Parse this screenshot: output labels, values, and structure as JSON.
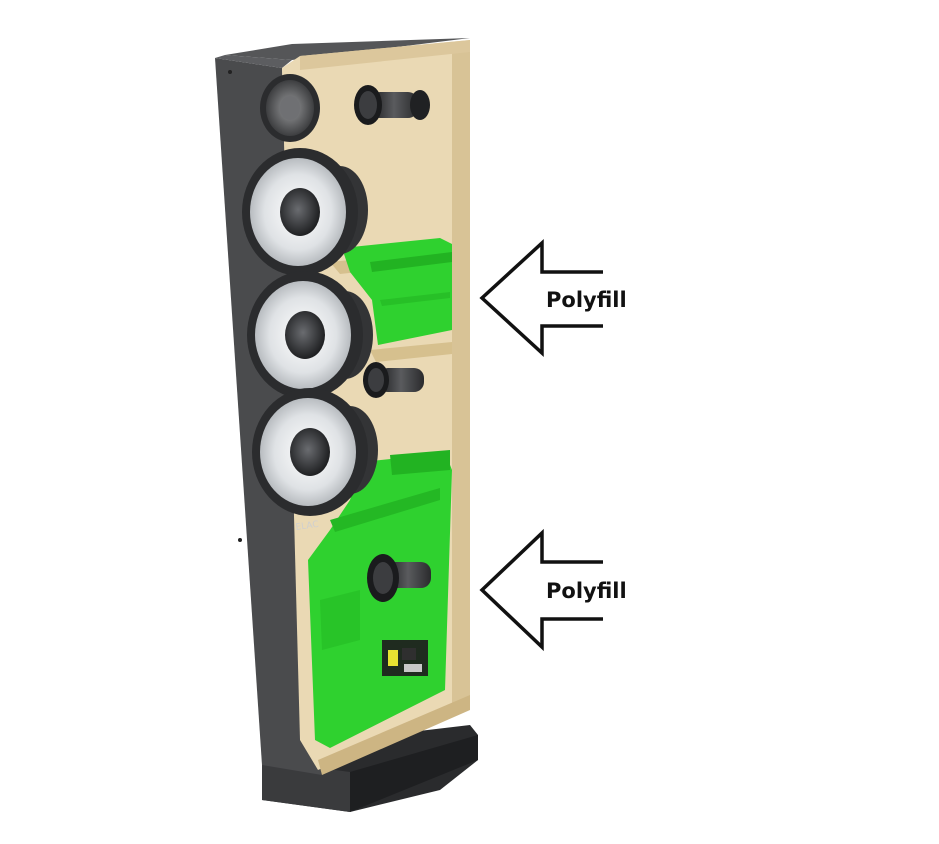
{
  "callouts": [
    {
      "label": "Polyfill"
    },
    {
      "label": "Polyfill"
    }
  ],
  "brand_mark": "ELAC",
  "colors": {
    "background": "#ffffff",
    "cabinet": "#4a4b4d",
    "cabinet_dark": "#2e2f31",
    "mdf": "#e8d6b0",
    "mdf_edge": "#d8c396",
    "polyfill": "#2fd12f",
    "driver_cone": "#e6e8ea",
    "port": "#3b3c3e",
    "arrow_stroke": "#111111"
  },
  "icons": [
    "tweeter-icon",
    "woofer-icon",
    "bass-port-icon",
    "crossover-board-icon",
    "arrow-left-icon"
  ]
}
